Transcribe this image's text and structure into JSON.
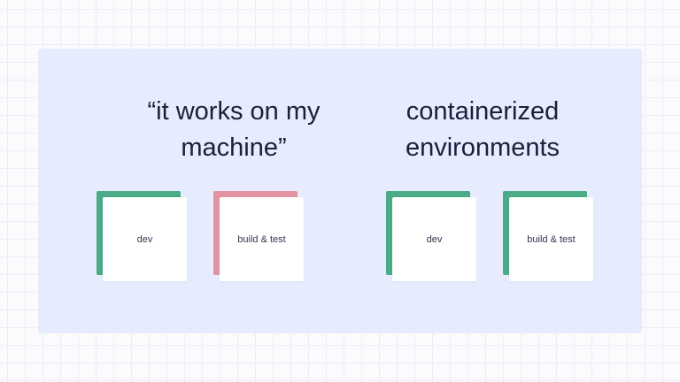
{
  "colors": {
    "panel_background": "#e6ebfe",
    "ok_accent": "#4aab86",
    "problem_accent": "#e293a2",
    "card": "#ffffff",
    "text": "#1d1f3a"
  },
  "left_group": {
    "title": "“it works on my machine”",
    "cards": [
      {
        "label": "dev",
        "accent": "#4aab86"
      },
      {
        "label": "build & test",
        "accent": "#e293a2"
      }
    ]
  },
  "right_group": {
    "title": "containerized environments",
    "cards": [
      {
        "label": "dev",
        "accent": "#4aab86"
      },
      {
        "label": "build & test",
        "accent": "#4aab86"
      }
    ]
  }
}
